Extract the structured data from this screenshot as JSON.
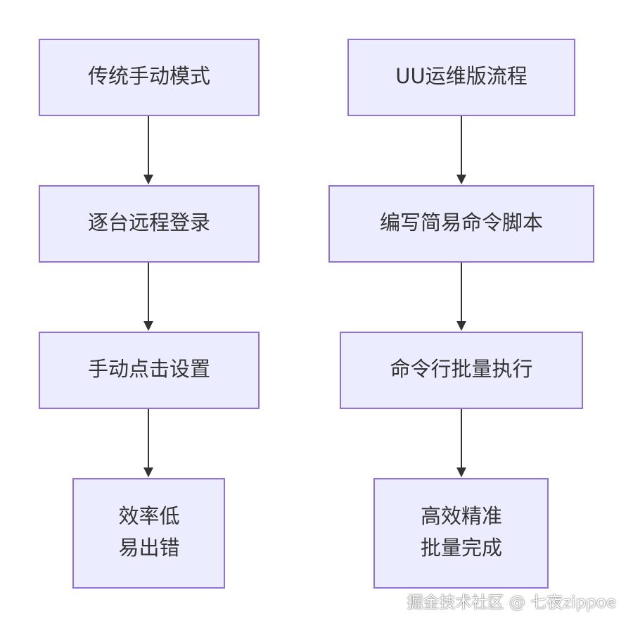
{
  "diagram": {
    "left_flow": {
      "nodes": [
        {
          "lines": [
            "传统手动模式"
          ]
        },
        {
          "lines": [
            "逐台远程登录"
          ]
        },
        {
          "lines": [
            "手动点击设置"
          ]
        },
        {
          "lines": [
            "效率低",
            "易出错"
          ]
        }
      ]
    },
    "right_flow": {
      "nodes": [
        {
          "lines": [
            "UU运维版流程"
          ]
        },
        {
          "lines": [
            "编写简易命令脚本"
          ]
        },
        {
          "lines": [
            "命令行批量执行"
          ]
        },
        {
          "lines": [
            "高效精准",
            "批量完成"
          ]
        }
      ]
    },
    "colors": {
      "node_fill": "#ECECFF",
      "node_border": "#9370DB",
      "edge": "#333333",
      "text": "#333333"
    }
  },
  "watermark": "掘金技术社区 @ 七夜zippoe"
}
